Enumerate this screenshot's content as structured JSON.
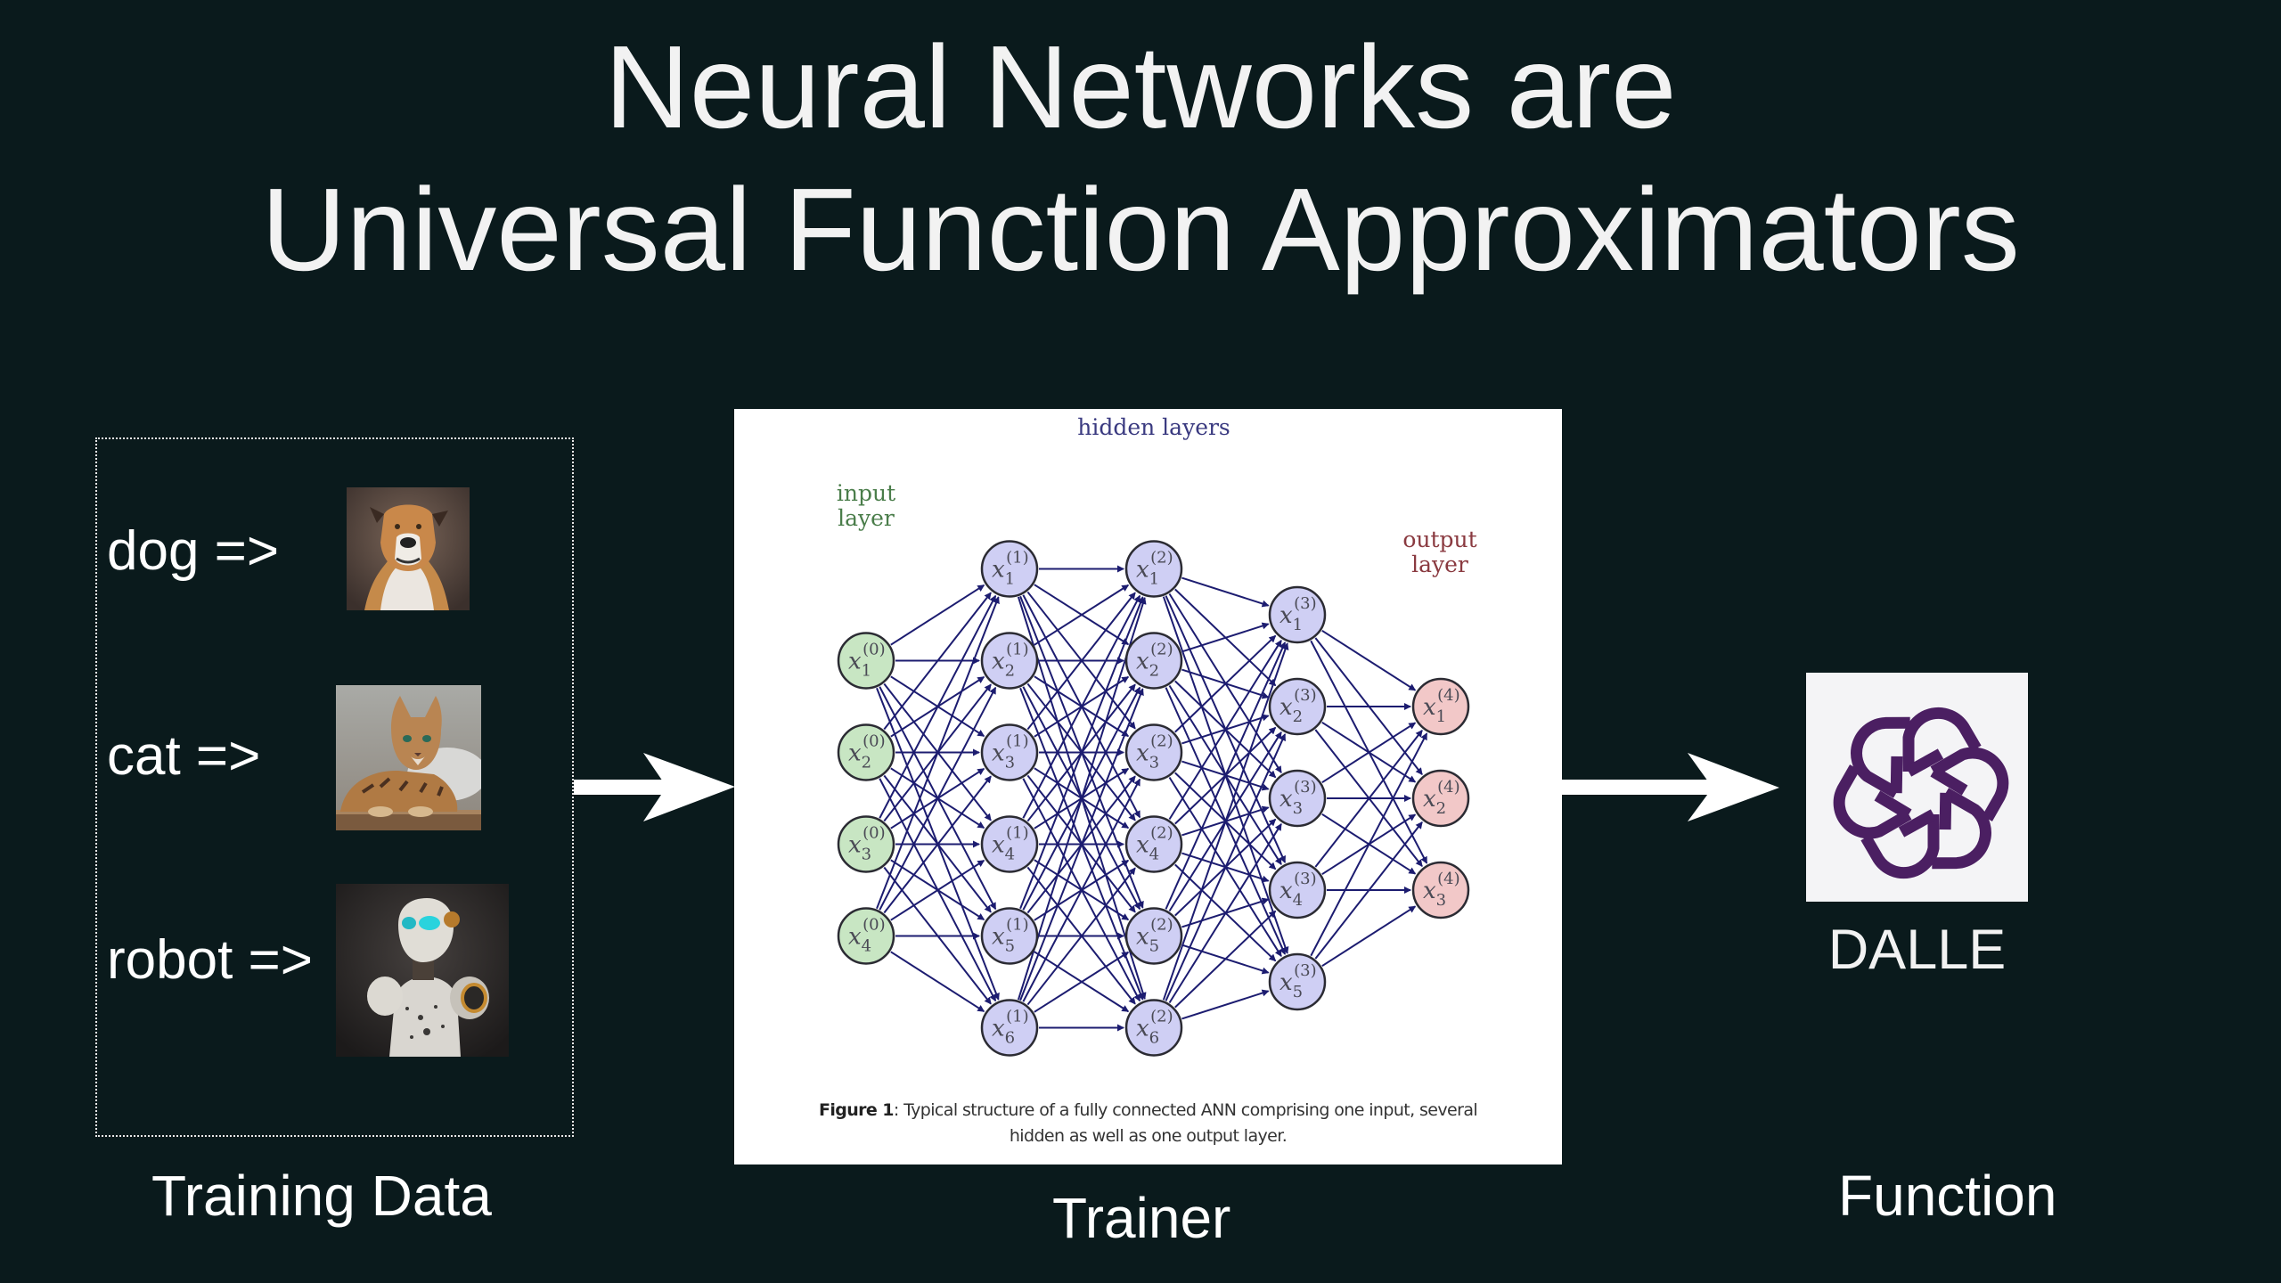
{
  "slide": {
    "title_lines": [
      "Neural Networks are",
      "Universal Function Approximators"
    ],
    "background_color": "#0a1a1c",
    "text_color": "#f2f2f2"
  },
  "training_data": {
    "items": [
      {
        "label": "dog =>",
        "image": "dog-photo"
      },
      {
        "label": "cat =>",
        "image": "cat-photo"
      },
      {
        "label": "robot =>",
        "image": "robot-photo"
      }
    ],
    "section_label": "Training Data"
  },
  "trainer": {
    "section_label": "Trainer",
    "figure": {
      "hidden_label": "hidden layers",
      "input_label": [
        "input",
        "layer"
      ],
      "output_label": [
        "output",
        "layer"
      ],
      "caption_bold": "Figure 1",
      "caption_line1": ": Typical structure of a fully connected ANN comprising one input, several",
      "caption_line2": "hidden as well as one output layer.",
      "layers": [
        {
          "index": 0,
          "nodes": 4,
          "role": "input",
          "fill": "#c8e6c3"
        },
        {
          "index": 1,
          "nodes": 6,
          "role": "hidden",
          "fill": "#cfcff4"
        },
        {
          "index": 2,
          "nodes": 6,
          "role": "hidden",
          "fill": "#cfcff4"
        },
        {
          "index": 3,
          "nodes": 5,
          "role": "hidden",
          "fill": "#cfcff4"
        },
        {
          "index": 4,
          "nodes": 3,
          "role": "output",
          "fill": "#f2c8c8"
        }
      ],
      "edge_color": "#1c1c70",
      "input_label_color": "#4a7d4a",
      "hidden_label_color": "#3a3a80",
      "output_label_color": "#8a3a40"
    }
  },
  "function": {
    "model_name": "DALLE",
    "logo_icon": "openai-logo-icon",
    "logo_color": "#4b1f62",
    "section_label": "Function"
  }
}
